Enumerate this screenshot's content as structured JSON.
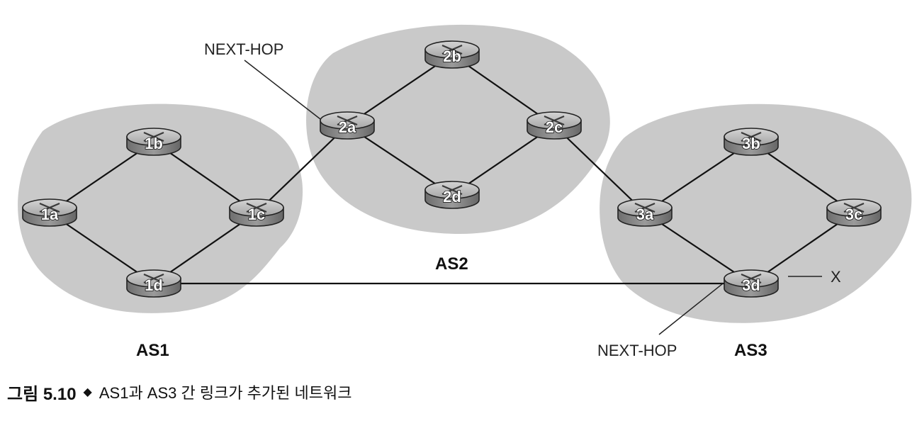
{
  "diagram": {
    "autonomous_systems": [
      {
        "id": "AS1",
        "label": "AS1"
      },
      {
        "id": "AS2",
        "label": "AS2"
      },
      {
        "id": "AS3",
        "label": "AS3"
      }
    ],
    "routers": [
      {
        "id": "1a",
        "label": "1a",
        "as": "AS1"
      },
      {
        "id": "1b",
        "label": "1b",
        "as": "AS1"
      },
      {
        "id": "1c",
        "label": "1c",
        "as": "AS1"
      },
      {
        "id": "1d",
        "label": "1d",
        "as": "AS1"
      },
      {
        "id": "2a",
        "label": "2a",
        "as": "AS2"
      },
      {
        "id": "2b",
        "label": "2b",
        "as": "AS2"
      },
      {
        "id": "2c",
        "label": "2c",
        "as": "AS2"
      },
      {
        "id": "2d",
        "label": "2d",
        "as": "AS2"
      },
      {
        "id": "3a",
        "label": "3a",
        "as": "AS3"
      },
      {
        "id": "3b",
        "label": "3b",
        "as": "AS3"
      },
      {
        "id": "3c",
        "label": "3c",
        "as": "AS3"
      },
      {
        "id": "3d",
        "label": "3d",
        "as": "AS3"
      }
    ],
    "links": [
      [
        "1a",
        "1b"
      ],
      [
        "1b",
        "1c"
      ],
      [
        "1a",
        "1d"
      ],
      [
        "1c",
        "1d"
      ],
      [
        "1c",
        "2a"
      ],
      [
        "2a",
        "2b"
      ],
      [
        "2b",
        "2c"
      ],
      [
        "2a",
        "2d"
      ],
      [
        "2d",
        "2c"
      ],
      [
        "2c",
        "3a"
      ],
      [
        "3a",
        "3b"
      ],
      [
        "3b",
        "3c"
      ],
      [
        "3a",
        "3d"
      ],
      [
        "3c",
        "3d"
      ],
      [
        "1d",
        "3d"
      ]
    ],
    "annotations": {
      "next_hop_top": "NEXT-HOP",
      "next_hop_bottom": "NEXT-HOP",
      "destination": "X"
    }
  },
  "caption": {
    "figure_number": "그림 5.10",
    "separator": "◆",
    "title": "AS1과 AS3 간 링크가 추가된 네트워크"
  },
  "colors": {
    "as_region": "#c9c9c9",
    "router_body": "#8e8e8e",
    "router_top": "#b9b9b9",
    "link": "#111111"
  }
}
